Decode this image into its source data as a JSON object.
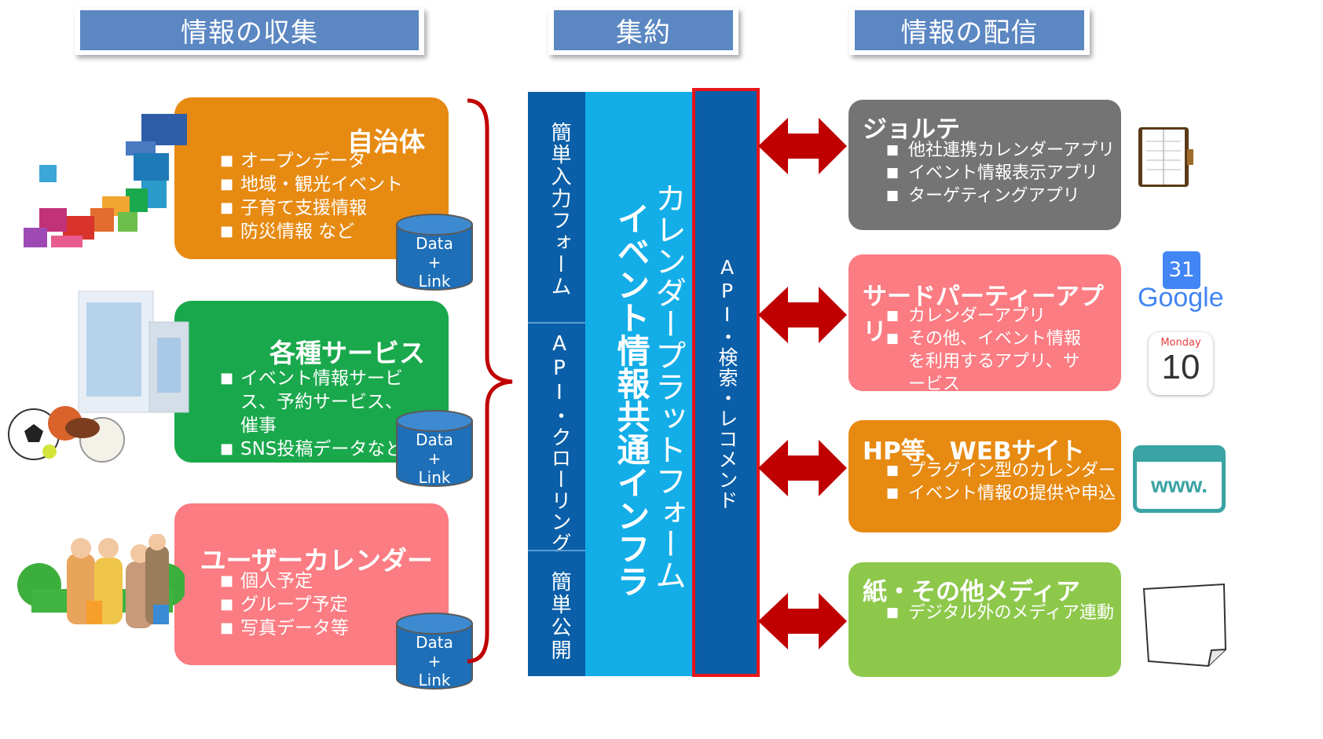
{
  "headers": {
    "collect": "情報の収集",
    "aggregate": "集約",
    "distribute": "情報の配信"
  },
  "sources": [
    {
      "title": "自治体",
      "items": [
        "オープンデータ",
        "地域・観光イベント",
        "子育て支援情報",
        "防災情報 など"
      ],
      "color": "#e78a12"
    },
    {
      "title": "各種サービス",
      "items": [
        "イベント情報サービス、予約サービス、催事",
        "SNS投稿データなど"
      ],
      "color": "#1aa84c"
    },
    {
      "title": "ユーザーカレンダー",
      "items": [
        "個人予定",
        "グループ予定",
        "写真データ等"
      ],
      "color": "#fb7c82"
    }
  ],
  "data_link_label": [
    "Data",
    "+",
    "Link"
  ],
  "platform": {
    "left_segments": [
      "簡単入力フォーム",
      "API・クローリング",
      "簡単公開"
    ],
    "title_line1": "カレンダープラットフォーム",
    "title_line2": "イベント情報共通インフラ",
    "api_column": "API・検索・レコメンド"
  },
  "destinations": [
    {
      "title": "ジョルテ",
      "items": [
        "他社連携カレンダーアプリ",
        "イベント情報表示アプリ",
        "ターゲティングアプリ"
      ],
      "color": "#747474"
    },
    {
      "title": "サードパーティーアプリ",
      "items": [
        "カレンダーアプリ",
        "その他、イベント情報を利用するアプリ、サービス"
      ],
      "color": "#fb7c82"
    },
    {
      "title": "HP等、WEBサイト",
      "items": [
        "プラグイン型のカレンダー",
        "イベント情報の提供や申込"
      ],
      "color": "#e78a12"
    },
    {
      "title": "紙・その他メディア",
      "items": [
        "デジタル外のメディア連動"
      ],
      "color": "#8dc84b"
    }
  ],
  "icons": {
    "gcal_day": "31",
    "google_text": "Google",
    "ical_weekday": "Monday",
    "ical_day": "10",
    "www_text": "www."
  },
  "colors": {
    "header_bg": "#5b87c2",
    "platform_dark": "#0a5fa8",
    "platform_light": "#13aee8",
    "arrow": "#c00000",
    "bracket": "#c00000"
  }
}
